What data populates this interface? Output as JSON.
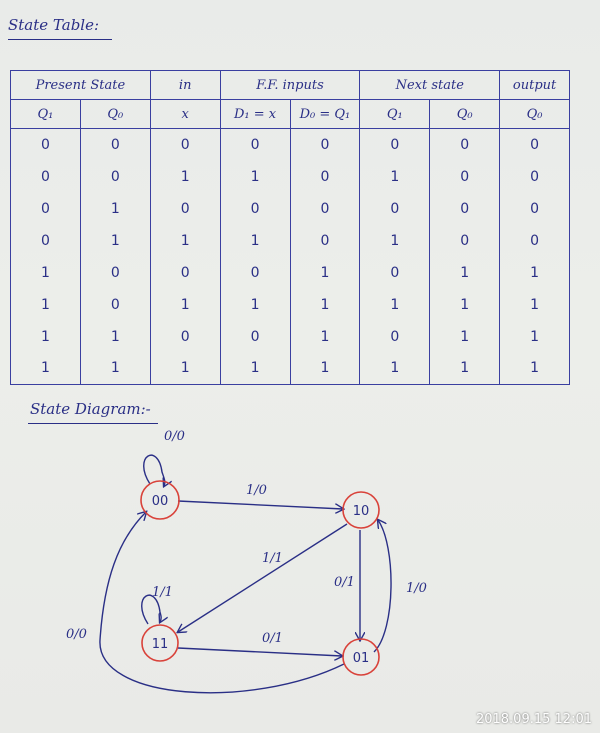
{
  "headings": {
    "state_table": "State Table:",
    "state_diagram": "State Diagram:-"
  },
  "table": {
    "group_headers": [
      "Present State",
      "in",
      "F.F. inputs",
      "Next state",
      "output"
    ],
    "sub_headers": [
      "Q₁",
      "Q₀",
      "x",
      "D₁ = x",
      "D₀ = Q₁",
      "Q₁",
      "Q₀",
      "Q₀"
    ],
    "rows": [
      [
        "0",
        "0",
        "0",
        "0",
        "0",
        "0",
        "0",
        "0"
      ],
      [
        "0",
        "0",
        "1",
        "1",
        "0",
        "1",
        "0",
        "0"
      ],
      [
        "0",
        "1",
        "0",
        "0",
        "0",
        "0",
        "0",
        "0"
      ],
      [
        "0",
        "1",
        "1",
        "1",
        "0",
        "1",
        "0",
        "0"
      ],
      [
        "1",
        "0",
        "0",
        "0",
        "1",
        "0",
        "1",
        "1"
      ],
      [
        "1",
        "0",
        "1",
        "1",
        "1",
        "1",
        "1",
        "1"
      ],
      [
        "1",
        "1",
        "0",
        "0",
        "1",
        "0",
        "1",
        "1"
      ],
      [
        "1",
        "1",
        "1",
        "1",
        "1",
        "1",
        "1",
        "1"
      ]
    ]
  },
  "diagram": {
    "states": [
      {
        "id": "s00",
        "label": "00"
      },
      {
        "id": "s10",
        "label": "10"
      },
      {
        "id": "s11",
        "label": "11"
      },
      {
        "id": "s01",
        "label": "01"
      }
    ],
    "transitions": {
      "s00_self": "0/0",
      "s00_to_s10": "1/0",
      "s10_to_s11": "1/1",
      "s10_to_s01": "0/1",
      "s01_to_s10": "1/0",
      "s11_self": "1/1",
      "s11_to_s01": "0/1",
      "s01_to_s00": "0/0"
    }
  },
  "colors": {
    "ink": "#2a2f86",
    "state_circle": "#d9423a",
    "paper": "#e9ebe9"
  },
  "timestamp": "2018.09.15 12:01"
}
